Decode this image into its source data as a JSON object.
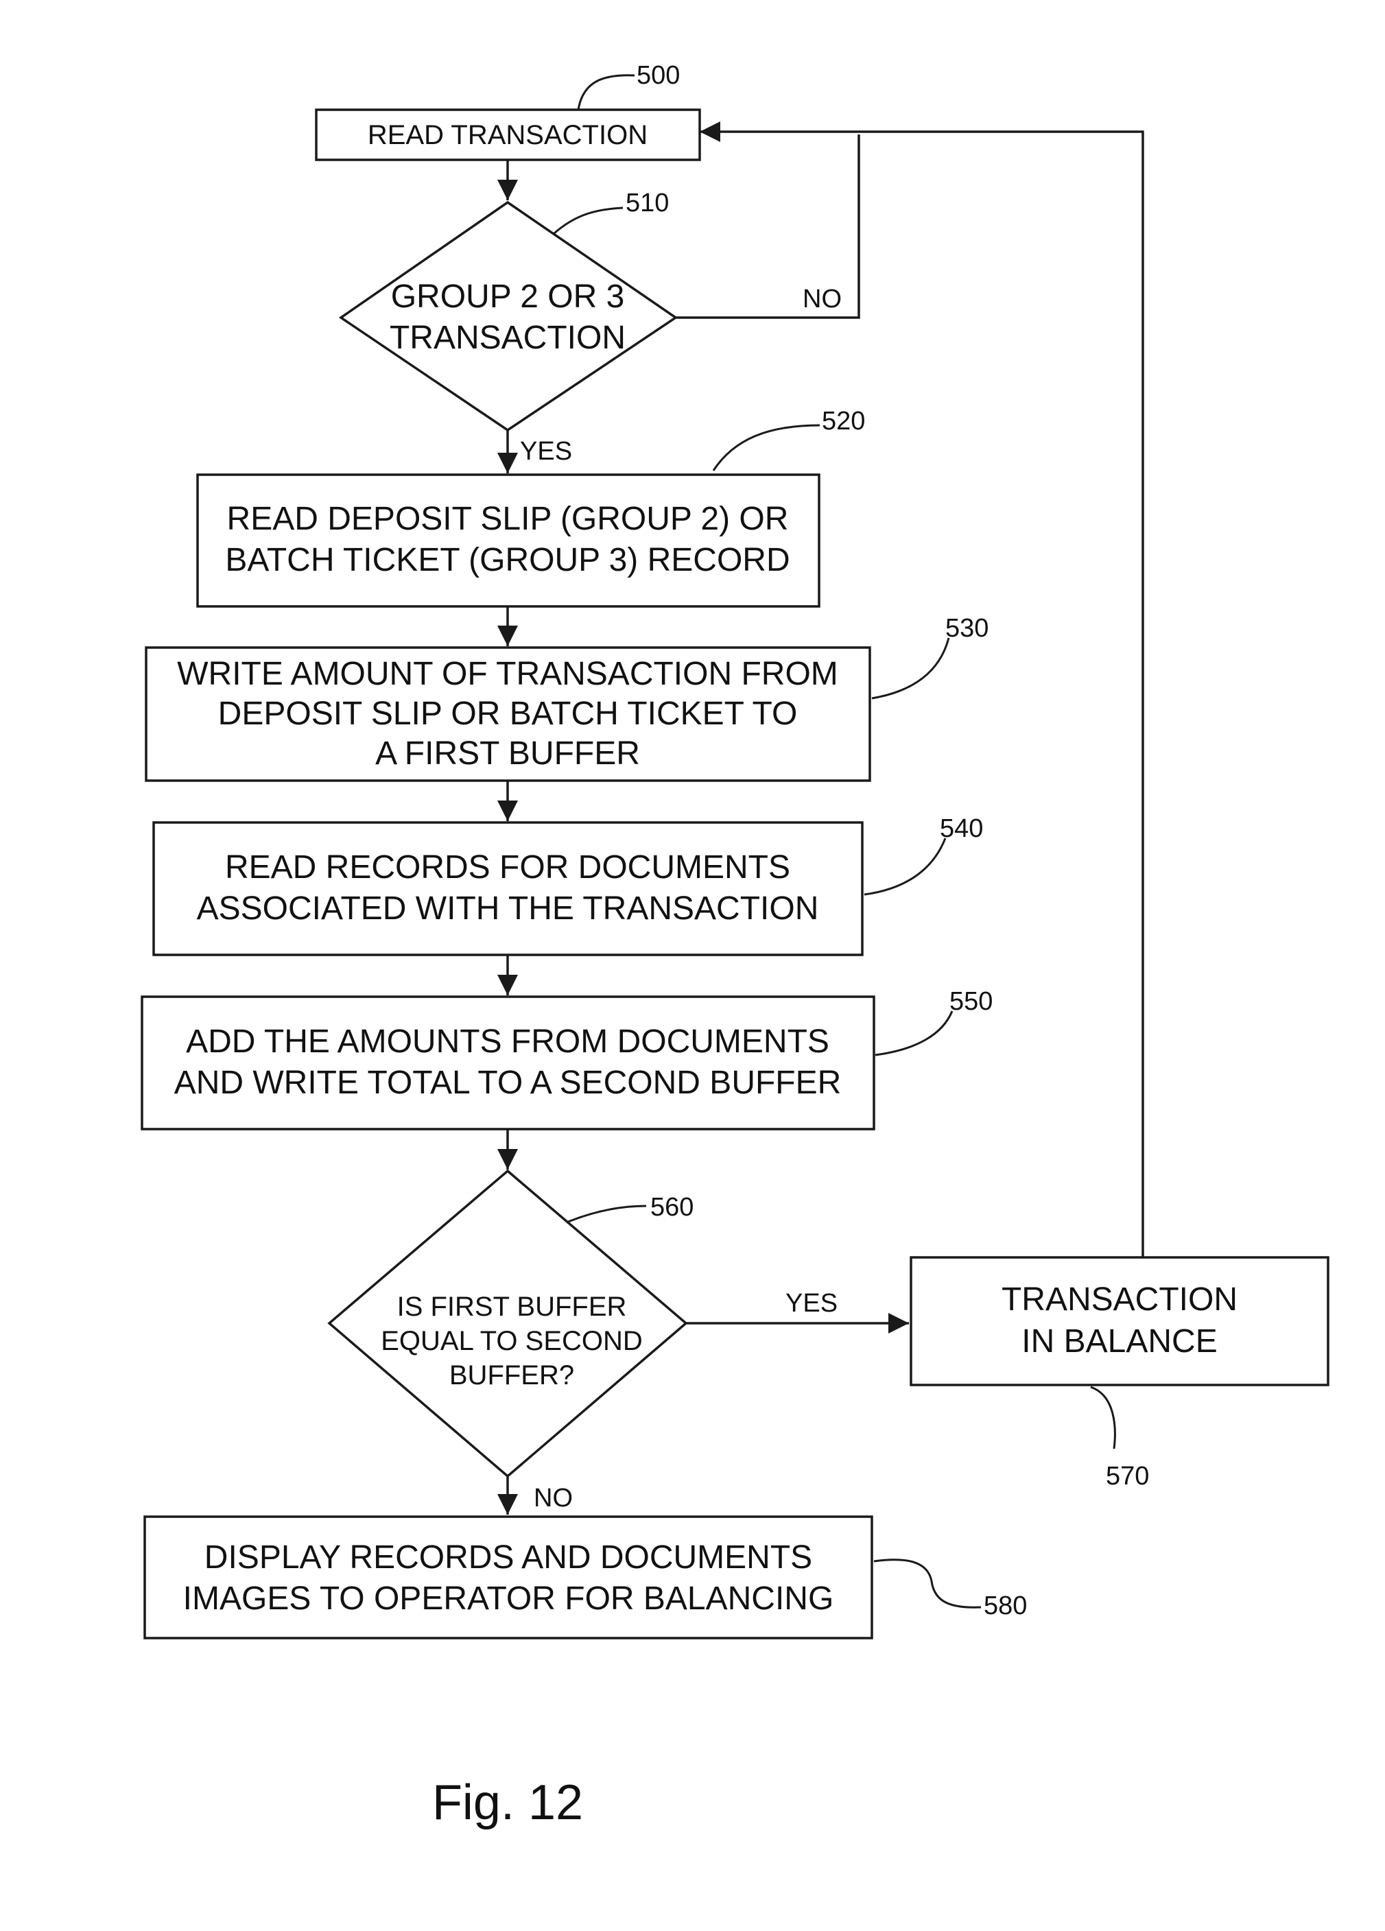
{
  "figure_label": "Fig. 12",
  "steps": {
    "s500": {
      "ref": "500",
      "lines": [
        "READ TRANSACTION"
      ]
    },
    "s510": {
      "ref": "510",
      "lines": [
        "GROUP 2 OR 3",
        "TRANSACTION"
      ]
    },
    "s520": {
      "ref": "520",
      "lines": [
        "READ DEPOSIT SLIP (GROUP 2) OR",
        "BATCH TICKET (GROUP 3) RECORD"
      ]
    },
    "s530": {
      "ref": "530",
      "lines": [
        "WRITE AMOUNT OF TRANSACTION FROM",
        "DEPOSIT SLIP OR BATCH TICKET TO",
        "A FIRST BUFFER"
      ]
    },
    "s540": {
      "ref": "540",
      "lines": [
        "READ RECORDS FOR DOCUMENTS",
        "ASSOCIATED WITH THE TRANSACTION"
      ]
    },
    "s550": {
      "ref": "550",
      "lines": [
        "ADD THE AMOUNTS FROM DOCUMENTS",
        "AND WRITE TOTAL TO A SECOND BUFFER"
      ]
    },
    "s560": {
      "ref": "560",
      "lines": [
        "IS FIRST BUFFER",
        "EQUAL TO SECOND",
        "BUFFER?"
      ]
    },
    "s570": {
      "ref": "570",
      "lines": [
        "TRANSACTION",
        "IN BALANCE"
      ]
    },
    "s580": {
      "ref": "580",
      "lines": [
        "DISPLAY RECORDS AND DOCUMENTS",
        "IMAGES TO OPERATOR FOR BALANCING"
      ]
    }
  },
  "edges": {
    "e510_no": "NO",
    "e510_yes": "YES",
    "e560_yes": "YES",
    "e560_no": "NO"
  }
}
